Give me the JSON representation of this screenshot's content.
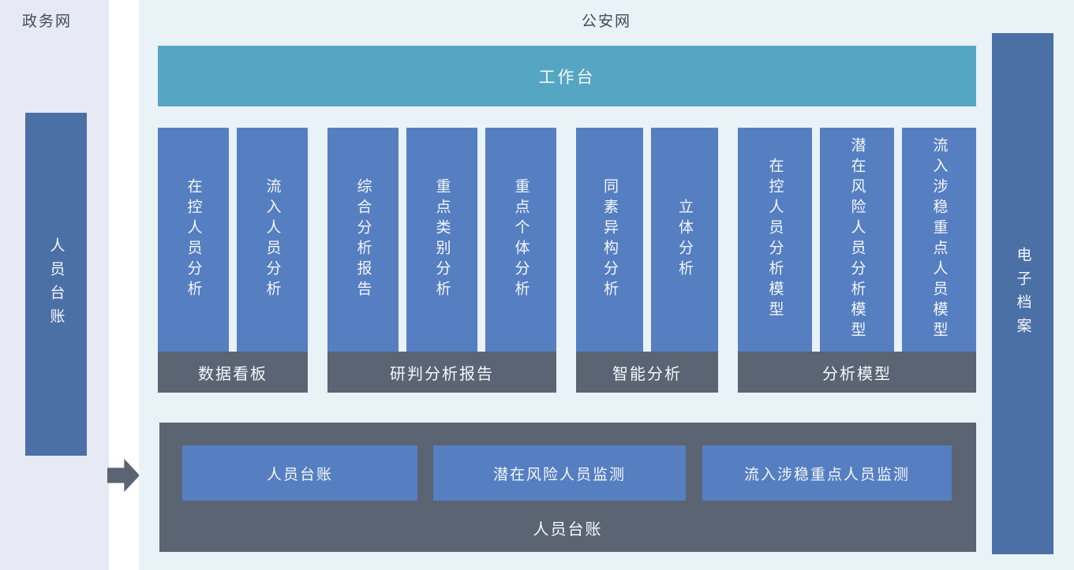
{
  "diagram": {
    "left_zone": {
      "title": "政务网",
      "ledger_bar": "人员台账"
    },
    "main_zone": {
      "title": "公安网",
      "workbench_bar": "工作台",
      "groups": [
        {
          "label": "数据看板",
          "columns": [
            "在控人员分析",
            "流入人员分析"
          ]
        },
        {
          "label": "研判分析报告",
          "columns": [
            "综合分析报告",
            "重点类别分析",
            "重点个体分析"
          ]
        },
        {
          "label": "智能分析",
          "columns": [
            "同素异构分析",
            "立体分析"
          ]
        },
        {
          "label": "分析模型",
          "columns": [
            "在控人员分析模型",
            "潜在风险人员分析模型",
            "流入涉稳重点人员模型"
          ]
        }
      ],
      "bottom_panel": {
        "label": "人员台账",
        "buttons": [
          "人员台账",
          "潜在风险人员监测",
          "流入涉稳重点人员监测"
        ]
      },
      "archive_bar": "电子档案"
    },
    "colors": {
      "left_panel_bg": "#e7eaf4",
      "main_panel_bg": "#e9f2f7",
      "workbench_teal": "#55a6c3",
      "module_blue": "#567fc1",
      "side_bar_blue": "#4b70a6",
      "group_label_gray": "#5a6473",
      "text_dark": "#3f4a58"
    }
  }
}
